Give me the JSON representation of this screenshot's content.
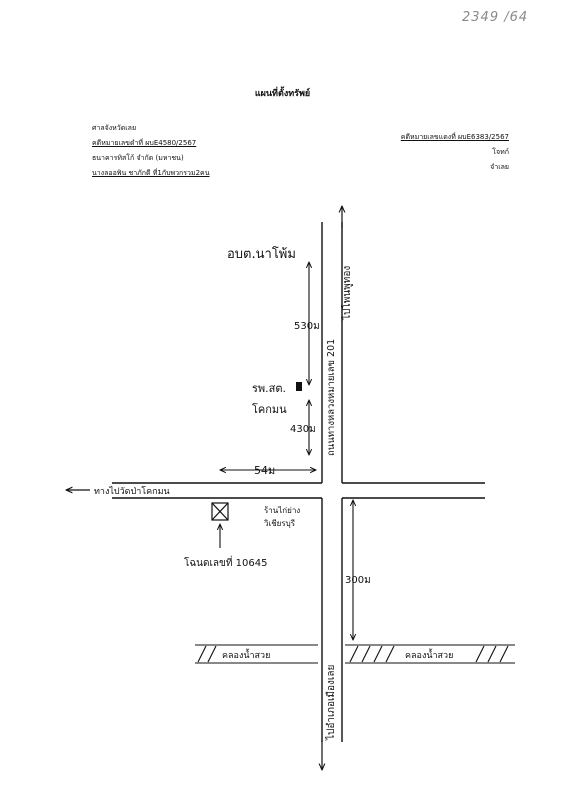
{
  "page_number": "2349 /64",
  "title": "แผนที่ตั้งทรัพย์",
  "header_left": {
    "court": "ศาลจังหวัดเลย",
    "black_case": "คดีหมายเลขดำที่ ผบE4580/2567",
    "plaintiff": "ธนาคารทิสโก้ จำกัด (มหาชน)",
    "defendant": "นางลออพิน ชาภักดี ที่1กับพวกรวม2คน"
  },
  "header_right": {
    "red_case": "คดีหมายเลขแดงที่ ผบE6383/2567",
    "plaintiff_label": "โจทก์",
    "defendant_label": "จำเลย"
  },
  "map": {
    "road_vertical_label": "ถนนทางหลวงหมายเลข 201",
    "to_top": "ไปโพนพูทอง",
    "to_bottom": "ไปอำเภอเมืองเลย",
    "to_left": "ทางไปวัดป่าโคกมน",
    "landmark_top": "อบต.นาโพ้ม",
    "hospital": "รพ.สต.",
    "hospital_place": "โคกมน",
    "shop": "ร้านไก่ย่าง",
    "shop_name": "วิเชียรบุรี",
    "land_title": "โฉนดเลขที่ 10645",
    "canal_left": "คลองน้ำสวย",
    "canal_right": "คลองน้ำสวย",
    "dist_top": "530ม",
    "dist_middle": "430ม",
    "dist_horizontal": "54ม",
    "dist_bottom": "300ม"
  }
}
